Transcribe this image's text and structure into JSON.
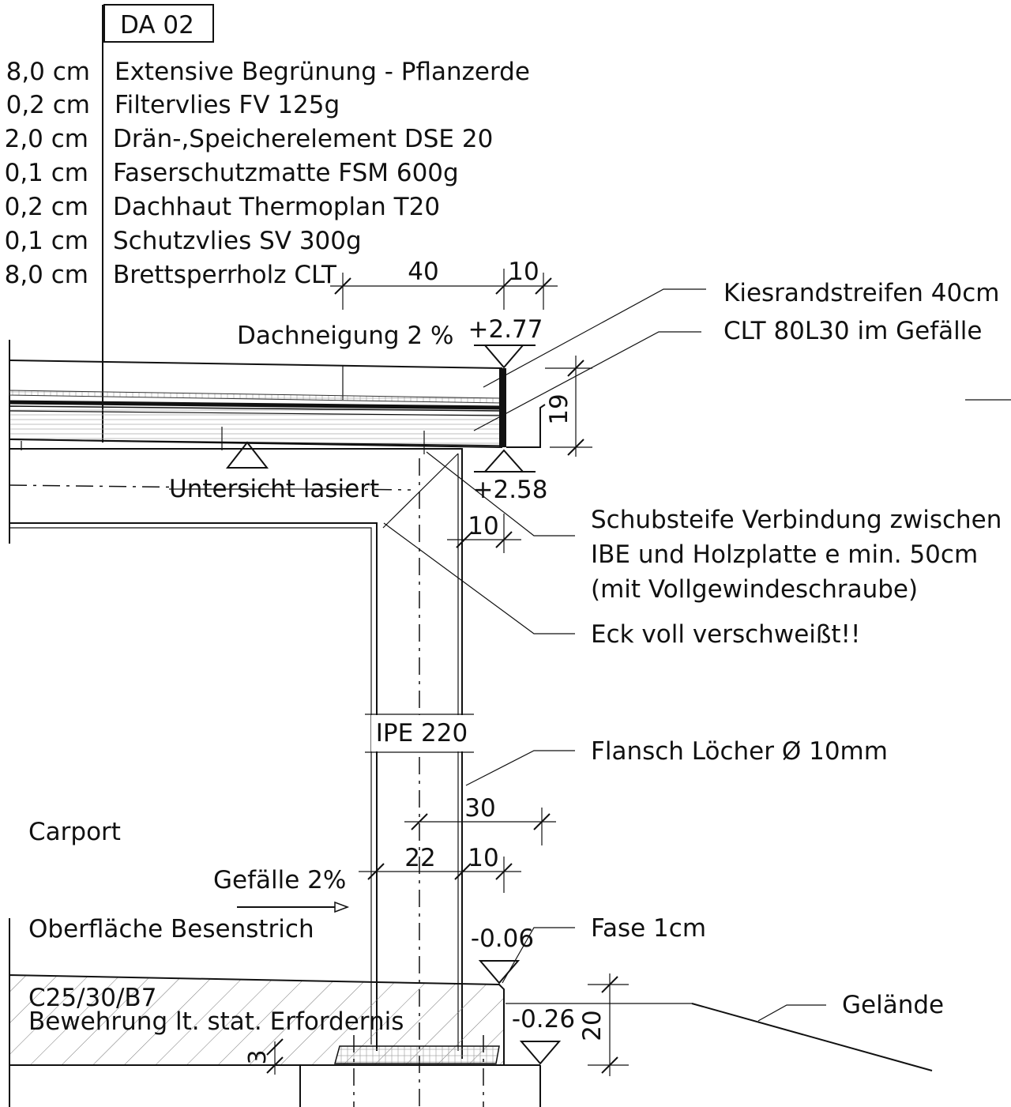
{
  "detail_code": "DA 02",
  "layers": [
    {
      "thickness": "8,0 cm",
      "name": "Extensive Begrünung - Pflanzerde"
    },
    {
      "thickness": "0,2 cm",
      "name": "Filtervlies FV 125g"
    },
    {
      "thickness": "2,0 cm",
      "name": "Drän-,Speicherelement DSE 20"
    },
    {
      "thickness": "0,1 cm",
      "name": "Faserschutzmatte FSM 600g"
    },
    {
      "thickness": "0,2 cm",
      "name": "Dachhaut Thermoplan T20"
    },
    {
      "thickness": "0,1 cm",
      "name": "Schutzvlies SV 300g"
    },
    {
      "thickness": "8,0 cm",
      "name": "Brettsperrholz CLT"
    }
  ],
  "dimensions": {
    "gravel_width": "40",
    "edge_width": "10",
    "fascia_height": "19",
    "col_offset_top": "10",
    "col_dim_30": "30",
    "col_dim_22": "22",
    "col_dim_10": "10",
    "slab_height": "20",
    "base_gap": "3"
  },
  "levels": {
    "roof_top": "+2.77",
    "roof_bottom": "+2.58",
    "slab_top": "-0.06",
    "ground": "-0.26"
  },
  "labels": {
    "roof_slope": "Dachneigung 2 %",
    "soffit": "Untersicht lasiert",
    "gravel_strip": "Kiesrandstreifen 40cm",
    "clt_slope": "CLT 80L30 im Gefälle",
    "shear_line1": "Schubsteife Verbindung zwischen",
    "shear_line2": "IBE und Holzplatte e min. 50cm",
    "shear_line3": "(mit Vollgewindeschraube)",
    "corner_weld": "Eck voll verschweißt!!",
    "profile": "IPE 220",
    "flange_holes": "Flansch Löcher Ø 10mm",
    "carport": "Carport",
    "slope": "Gefälle  2%",
    "surface": "Oberfläche Besenstrich",
    "chamfer": "Fase 1cm",
    "concrete": "C25/30/B7",
    "reinforcement": "Bewehrung lt. stat. Erfordernis",
    "terrain": "Gelände"
  }
}
